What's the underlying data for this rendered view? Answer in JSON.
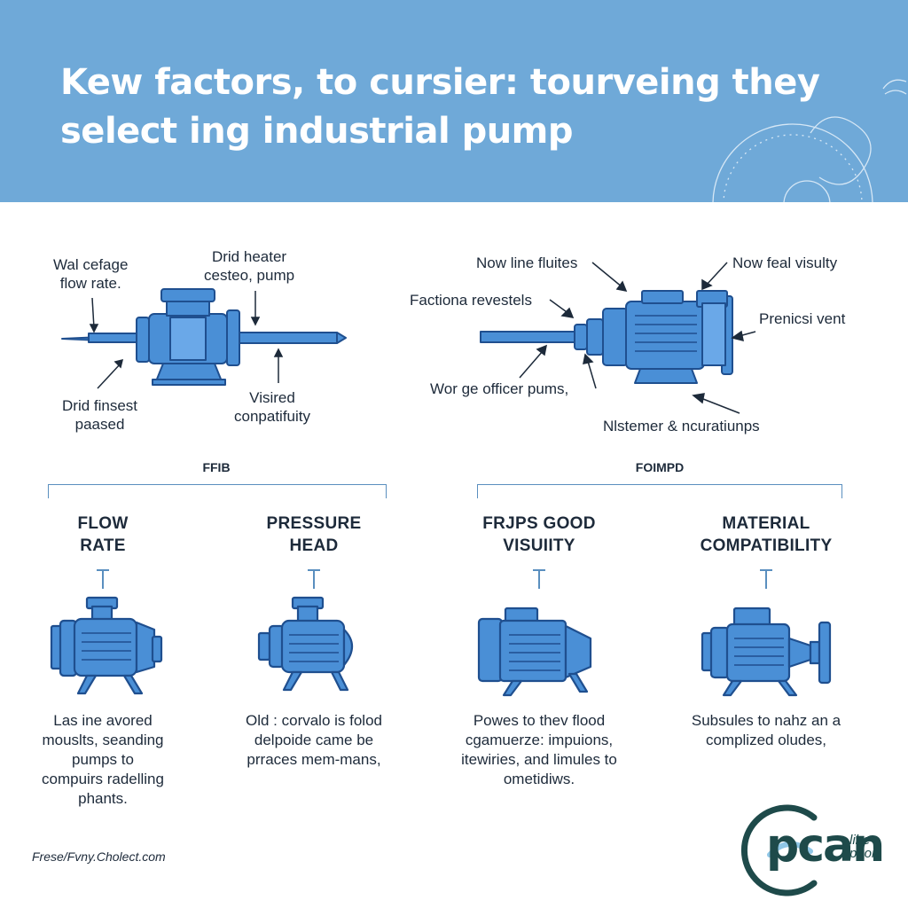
{
  "header": {
    "title_line1": "Kew factors, to cursier: tourveing they",
    "title_line2": "select ing  industrial pump",
    "bg_color": "#6fa9d8"
  },
  "left_diagram": {
    "labels": {
      "top_left_1": "Wal cefage",
      "top_left_2": "flow rate.",
      "top_right_1": "Drid heater",
      "top_right_2": "cesteo, pump",
      "bottom_left_1": "Drid finsest",
      "bottom_left_2": "paased",
      "bottom_right_1": "Visired",
      "bottom_right_2": "conpatifuity"
    }
  },
  "right_diagram": {
    "labels": {
      "top_center": "Now line fluites",
      "top_right": "Now feal visulty",
      "left": "Factiona revestels",
      "right": "Prenicsi vent",
      "bottom_left": "Wor ge officer pums,",
      "bottom_right": "Nlstemer & ncuratiunps"
    }
  },
  "groups": [
    {
      "title": "FFIB"
    },
    {
      "title": "FOIMPD"
    }
  ],
  "columns": [
    {
      "title_1": "FLOW",
      "title_2": "RATE",
      "icon": "centrifugal-pump-icon",
      "desc": [
        "Las ine avored",
        "mouslts, seanding",
        "pumps to",
        "compuirs radelling",
        "phants."
      ]
    },
    {
      "title_1": "PRESSURE",
      "title_2": "HEAD",
      "icon": "pressure-pump-icon",
      "desc": [
        "Old : corvalo is folod",
        "delpoide came be",
        "prraces mem-mans,"
      ]
    },
    {
      "title_1": "FRJPS GOOD",
      "title_2": "VISUIITY",
      "icon": "motor-pump-icon",
      "desc": [
        "Powes to thev flood",
        "cgamuerze: impuions,",
        "itewiries, and limules to",
        "ometidiws."
      ]
    },
    {
      "title_1": "MATERIAL",
      "title_2": "COMPATIBILITY",
      "icon": "material-pump-icon",
      "desc": [
        "Subsules to nahz an a",
        "complized oludes,"
      ]
    }
  ],
  "footer": {
    "url": "Frese/Fvny.Cholect.com",
    "logo_text": "pcan",
    "logo_tag_1": "lihe",
    "logo_tag_2": "pnort"
  },
  "colors": {
    "accent": "#4a8fd6",
    "outline": "#1f4f8f",
    "line": "#5a8fbf"
  }
}
